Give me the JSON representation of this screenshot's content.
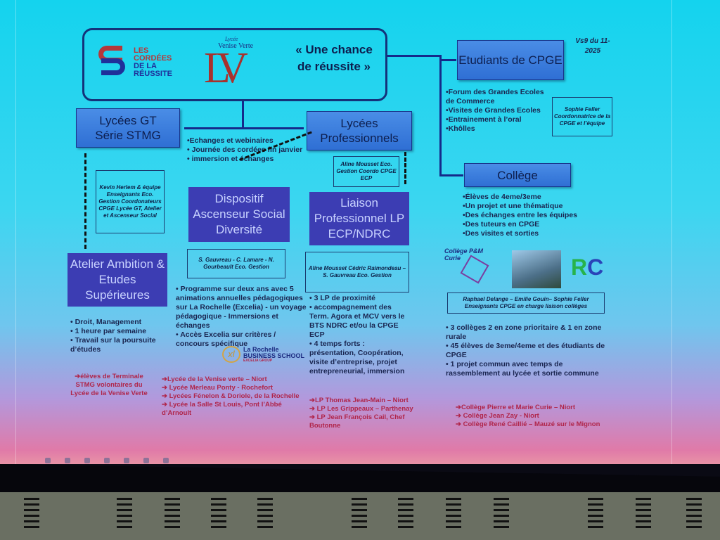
{
  "header": {
    "logo_cordees": [
      "LES",
      "CORDÉES",
      "DE LA",
      "RÉUSSITE"
    ],
    "logo_lycee_script": "Lycée",
    "logo_lycee_name": "Venise Verte",
    "logo_lycee_letters": "LV",
    "tagline": "« Une chance de réussite »",
    "version": "Vs9 du 11-2025"
  },
  "boxes": {
    "cpge": "Etudiants de CPGE",
    "lycees_gt": "Lycées GT Série STMG",
    "lycees_pro": "Lycées Professionnels",
    "college": "Collège",
    "ascenseur": "Dispositif Ascenseur Social Diversité",
    "liaison": "Liaison Professionnel LP ECP/NDRC",
    "atelier": "Atelier Ambition & Etudes Supérieures"
  },
  "cpge_bullets": [
    "•Forum des Grandes Ecoles de Commerce",
    "•Visites de Grandes Ecoles",
    "•Entrainement à l’oral",
    "•Khôlles"
  ],
  "cpge_note": "Sophie Feller Coordonnatrice de la CPGE et l’équipe",
  "center_bullets": [
    "•Echanges et webinaires",
    "• Journée des cordées fin janvier",
    "• immersion et échanges"
  ],
  "gt_note": "Kevin Herlem & équipe Enseignants Eco. Gestion Coordonateurs CPGE Lycée GT, Atelier et Ascenseur Social",
  "pro_note": "Aline Mousset Eco. Gestion Coordo CPGE ECP",
  "ascenseur_note": "S. Gauvreau - C. Lamare - N. Gourbeault Eco. Gestion",
  "liaison_note": "Aline Mousset Cédric Raimondeau – S. Gauvreau Eco. Gestion",
  "college_bullets": [
    "•Élèves de 4eme/3eme",
    "•Un projet et une thématique",
    "•Des échanges entre les équipes",
    "•Des tuteurs en CPGE",
    "•Des visites et sorties"
  ],
  "college_logos": {
    "curie": "Collège P&M Curie",
    "rc": "RC"
  },
  "college_note": "Raphael Delange – Emilie Gouin– Sophie Feller Enseignants CPGE en charge liaison collèges",
  "atelier_bullets": [
    "• Droit, Management",
    "• 1 heure par semaine",
    "• Travail sur la poursuite d’études"
  ],
  "ascenseur_bullets": [
    "• Programme sur deux ans avec 5 animations annuelles pédagogiques sur La Rochelle (Excelia) - un voyage pédagogique - Immersions et échanges",
    "• Accès Excelia sur critères / concours spécifique"
  ],
  "excelia_logo": {
    "mark": "xl",
    "line1": "La Rochelle",
    "line2": "BUSINESS SCHOOL",
    "line3": "EXCELIA GROUP"
  },
  "liaison_bullets": [
    "• 3 LP de proximité",
    "• accompagnement des Term. Agora et MCV vers le BTS NDRC et/ou la CPGE ECP",
    "• 4 temps forts : présentation, Coopération, visite d’entreprise, projet entrepreneurial, immersion"
  ],
  "college_stats": [
    "• 3 collèges 2 en zone prioritaire & 1 en zone rurale",
    "• 45 élèves de 3eme/4eme et des étudiants de CPGE",
    "• 1 projet commun avec temps de rassemblement au lycée et sortie commune"
  ],
  "targets": {
    "atelier": [
      "➔élèves de Terminale STMG volontaires du Lycée de la Venise Verte"
    ],
    "ascenseur": [
      "➔Lycée de la Venise verte – Niort",
      "➔ Lycée Merleau Ponty - Rochefort",
      "➔ Lycées Fénelon & Doriole, de la Rochelle",
      "➔ Lycée la Salle St Louis, Pont l’Abbé d’Arnoult"
    ],
    "liaison": [
      "➔LP Thomas Jean-Main – Niort",
      "➔ LP Les Grippeaux – Parthenay",
      "➔ LP Jean François Cail, Chef Boutonne"
    ],
    "college": [
      "➔Collège Pierre et Marie Curie – Niort",
      "➔ Collège Jean Zay - Niort",
      "➔ Collège René Caillié – Mauzé sur le Mignon"
    ]
  }
}
